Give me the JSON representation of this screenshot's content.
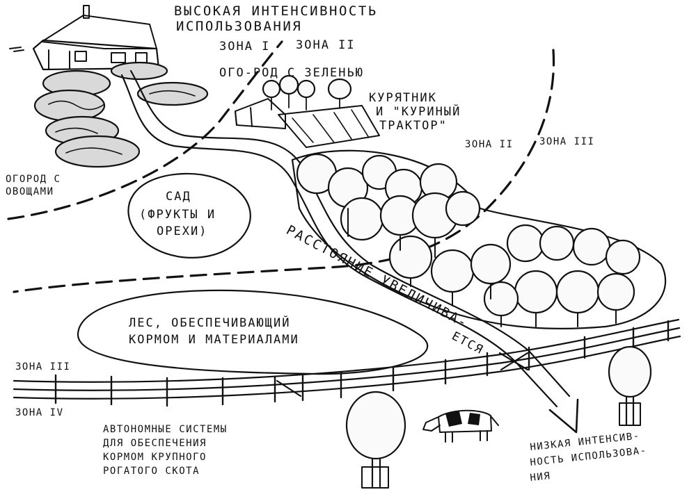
{
  "labels": {
    "high_intensity": [
      "ВЫСОКАЯ ИНТЕНСИВНОСТЬ",
      "ИСПОЛЬЗОВАНИЯ"
    ],
    "zone_1": "ЗОНА I",
    "zone_2_top": "ЗОНА II",
    "kitchen_garden_greens": "ОГО-РОД С ЗЕЛЕНЬЮ",
    "chicken_coop": [
      "КУРЯТНИК",
      "И \"КУРИНЫЙ",
      "ТРАКТОР\""
    ],
    "zone_2_right": "ЗОНА II",
    "zone_3_right": "ЗОНА III",
    "vegetable_garden": [
      "ОГОРОД С",
      "ОВОЩАМИ"
    ],
    "orchard": [
      "САД",
      "(ФРУКТЫ И",
      "ОРЕХИ)"
    ],
    "distance": "РАССТОЯНИЕ УВЕЛИЧИВА-",
    "distance_end": "ЕТСЯ",
    "forest": [
      "ЛЕС, ОБЕСПЕЧИВАЮЩИЙ",
      "КОРМОМ И МАТЕРИАЛАМИ"
    ],
    "zone_3_left": "ЗОНА III",
    "zone_4": "ЗОНА IV",
    "autonomous": [
      "АВТОНОМНЫЕ СИСТЕМЫ",
      "ДЛЯ ОБЕСПЕЧЕНИЯ",
      "КОРМОМ КРУПНОГО",
      "РОГАТОГО СКОТА"
    ],
    "low_intensity": [
      "НИЗКАЯ ИНТЕНСИВ-",
      "НОСТЬ ИСПОЛЬЗОВА-",
      "НИЯ"
    ]
  }
}
